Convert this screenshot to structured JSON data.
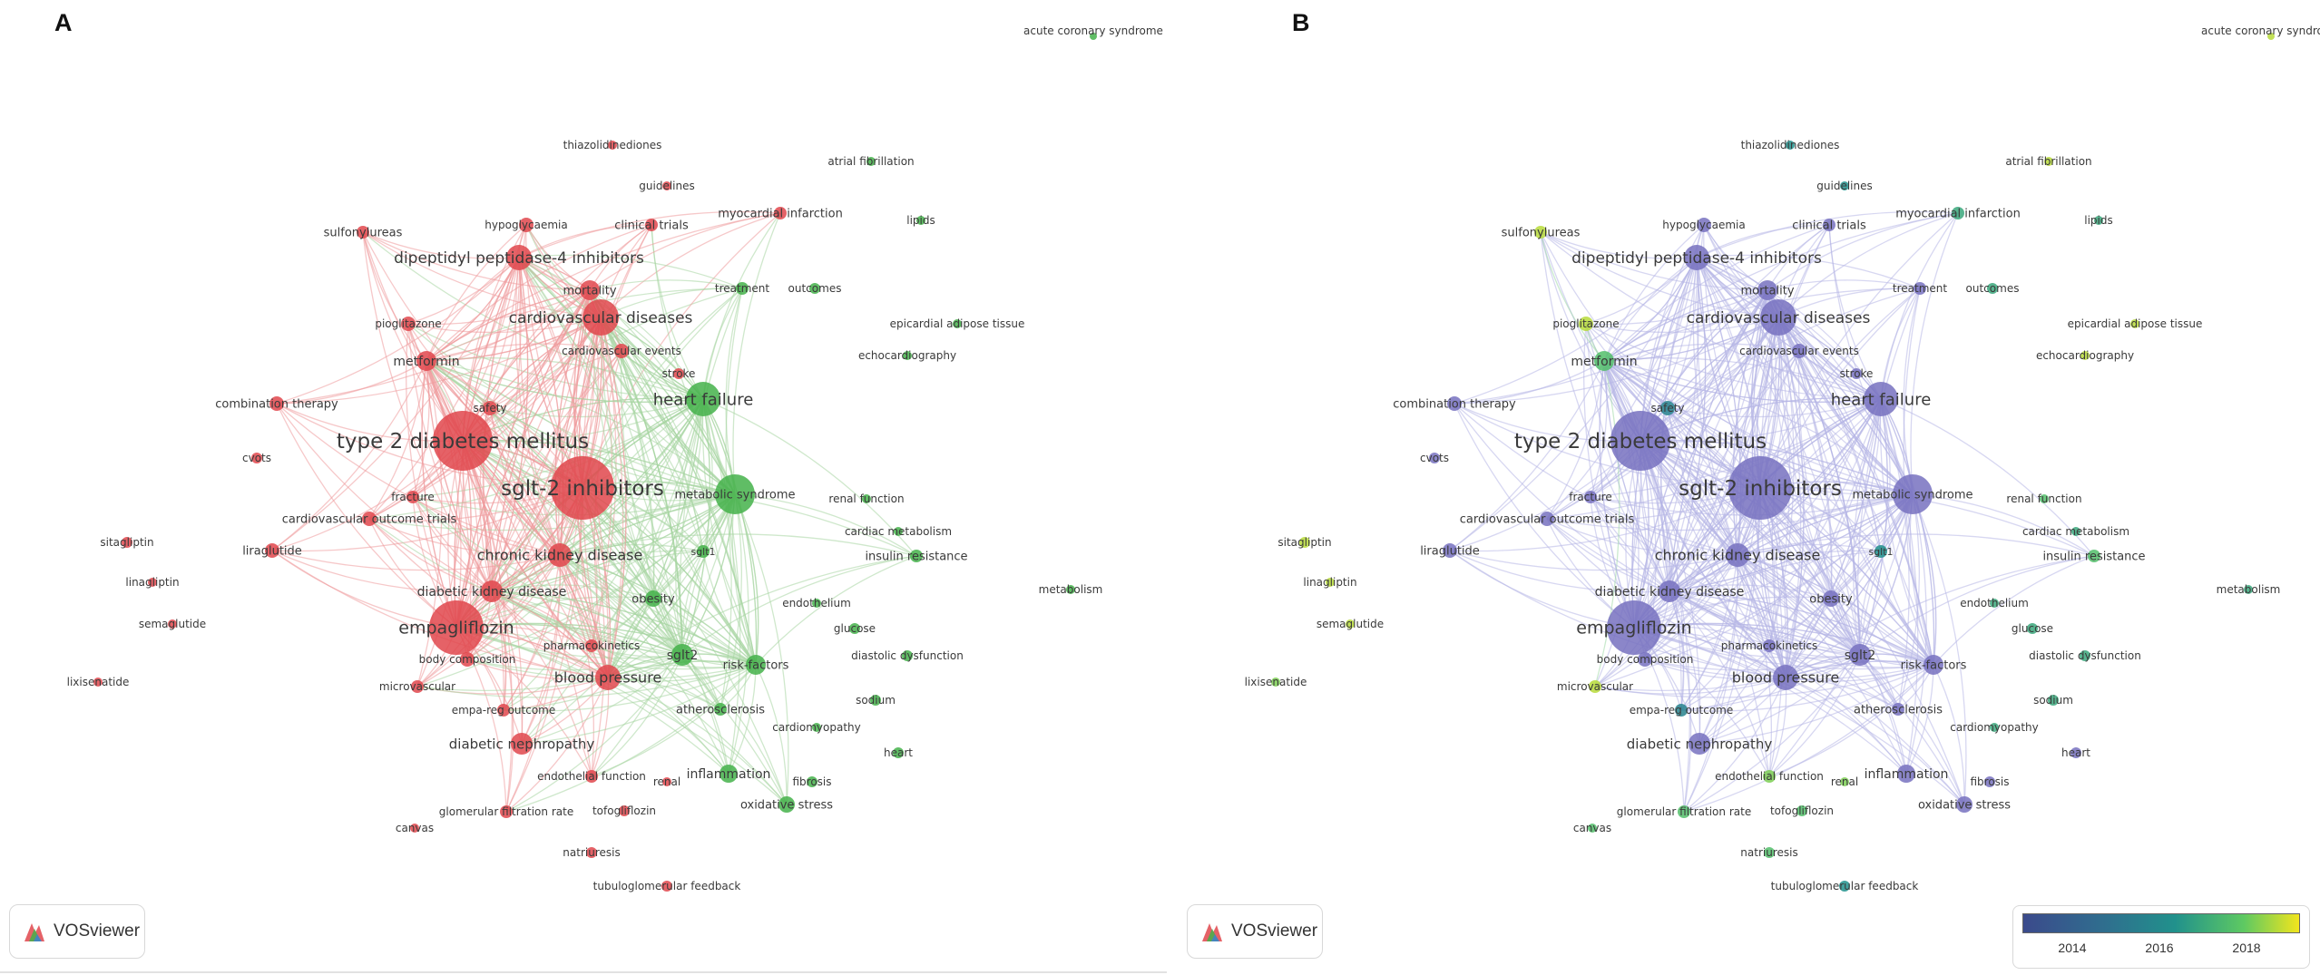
{
  "panels": [
    {
      "letter": "A",
      "coloring": "cluster",
      "logo": "VOSviewer"
    },
    {
      "letter": "B",
      "coloring": "year",
      "logo": "VOSviewer",
      "legend": {
        "ticks": [
          "2014",
          "2016",
          "2018"
        ],
        "colors": [
          "#3b4a8c",
          "#2f6f8e",
          "#21918c",
          "#5ec962",
          "#f2e51d"
        ]
      }
    }
  ],
  "colors": {
    "cluster_red": "#e0474c",
    "cluster_green": "#44b14a",
    "edge_red": "#ee9a9c",
    "edge_green": "#a8d6a2",
    "edge_purple": "#b6b6e6",
    "node_purple": "#7771c0"
  },
  "labels": {
    "acs": "acute coronary syndrome",
    "tzd": "thiazolidinediones",
    "af": "atrial fibrillation",
    "guide": "guidelines",
    "mi": "myocardial infarction",
    "lipids": "lipids",
    "sulf": "sulfonylureas",
    "hypo": "hypoglycaemia",
    "ct": "clinical trials",
    "dpp4": "dipeptidyl peptidase-4 inhibitors",
    "mort": "mortality",
    "treat": "treatment",
    "outc": "outcomes",
    "pio": "pioglitazone",
    "cvd": "cardiovascular diseases",
    "epi": "epicardial adipose tissue",
    "metf": "metformin",
    "cve": "cardiovascular events",
    "echo": "echocardiography",
    "stroke": "stroke",
    "combo": "combination therapy",
    "hf": "heart failure",
    "safety": "safety",
    "cvots": "cvots",
    "t2dm": "type 2 diabetes mellitus",
    "sglt2i": "sglt-2 inhibitors",
    "fract": "fracture",
    "metsyn": "metabolic syndrome",
    "renalf": "renal function",
    "cvot": "cardiovascular outcome trials",
    "sita": "sitagliptin",
    "cmeta": "cardiac metabolism",
    "lira": "liraglutide",
    "ckd": "chronic kidney disease",
    "sglt1": "sglt1",
    "insr": "insulin resistance",
    "lina": "linagliptin",
    "metab": "metabolism",
    "dkd": "diabetic kidney disease",
    "obes": "obesity",
    "endo": "endothelium",
    "sema": "semaglutide",
    "empa": "empagliflozin",
    "gluc": "glucose",
    "pk": "pharmacokinetics",
    "diadys": "diastolic dysfunction",
    "bodyc": "body composition",
    "sglt2": "sglt2",
    "risk": "risk-factors",
    "lixi": "lixisenatide",
    "bp": "blood pressure",
    "micro": "microvascular",
    "sodium": "sodium",
    "empareg": "empa-reg outcome",
    "ath": "atherosclerosis",
    "cmyo": "cardiomyopathy",
    "dn": "diabetic nephropathy",
    "heart": "heart",
    "endof": "endothelial function",
    "renal": "renal",
    "infl": "inflammation",
    "fib": "fibrosis",
    "oxs": "oxidative stress",
    "gfr": "glomerular filtration rate",
    "tofo": "tofogliflozin",
    "canvas": "canvas",
    "natri": "natriuresis",
    "tgf": "tubuloglomerular feedback"
  }
}
